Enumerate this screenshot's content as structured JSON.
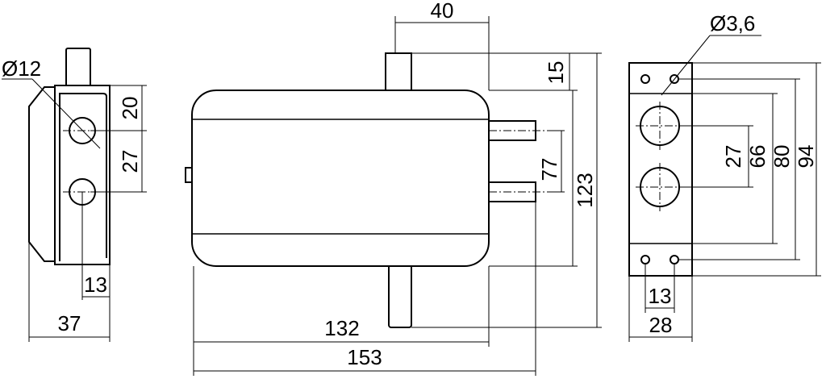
{
  "dimensions": {
    "side_hole_diameter": "Ø12",
    "side_pitch_top": "20",
    "side_pitch_mid": "27",
    "side_offset": "13",
    "side_width": "37",
    "front_bolt_width": "40",
    "front_bolt_height": "15",
    "front_pin_spacing": "77",
    "front_height": "123",
    "front_body_length": "132",
    "front_total_length": "153",
    "plate_hole_diameter": "Ø3,6",
    "plate_pitch": "27",
    "plate_inner_height": "66",
    "plate_hole_span": "80",
    "plate_height": "94",
    "plate_hole_offset": "13",
    "plate_width": "28"
  }
}
